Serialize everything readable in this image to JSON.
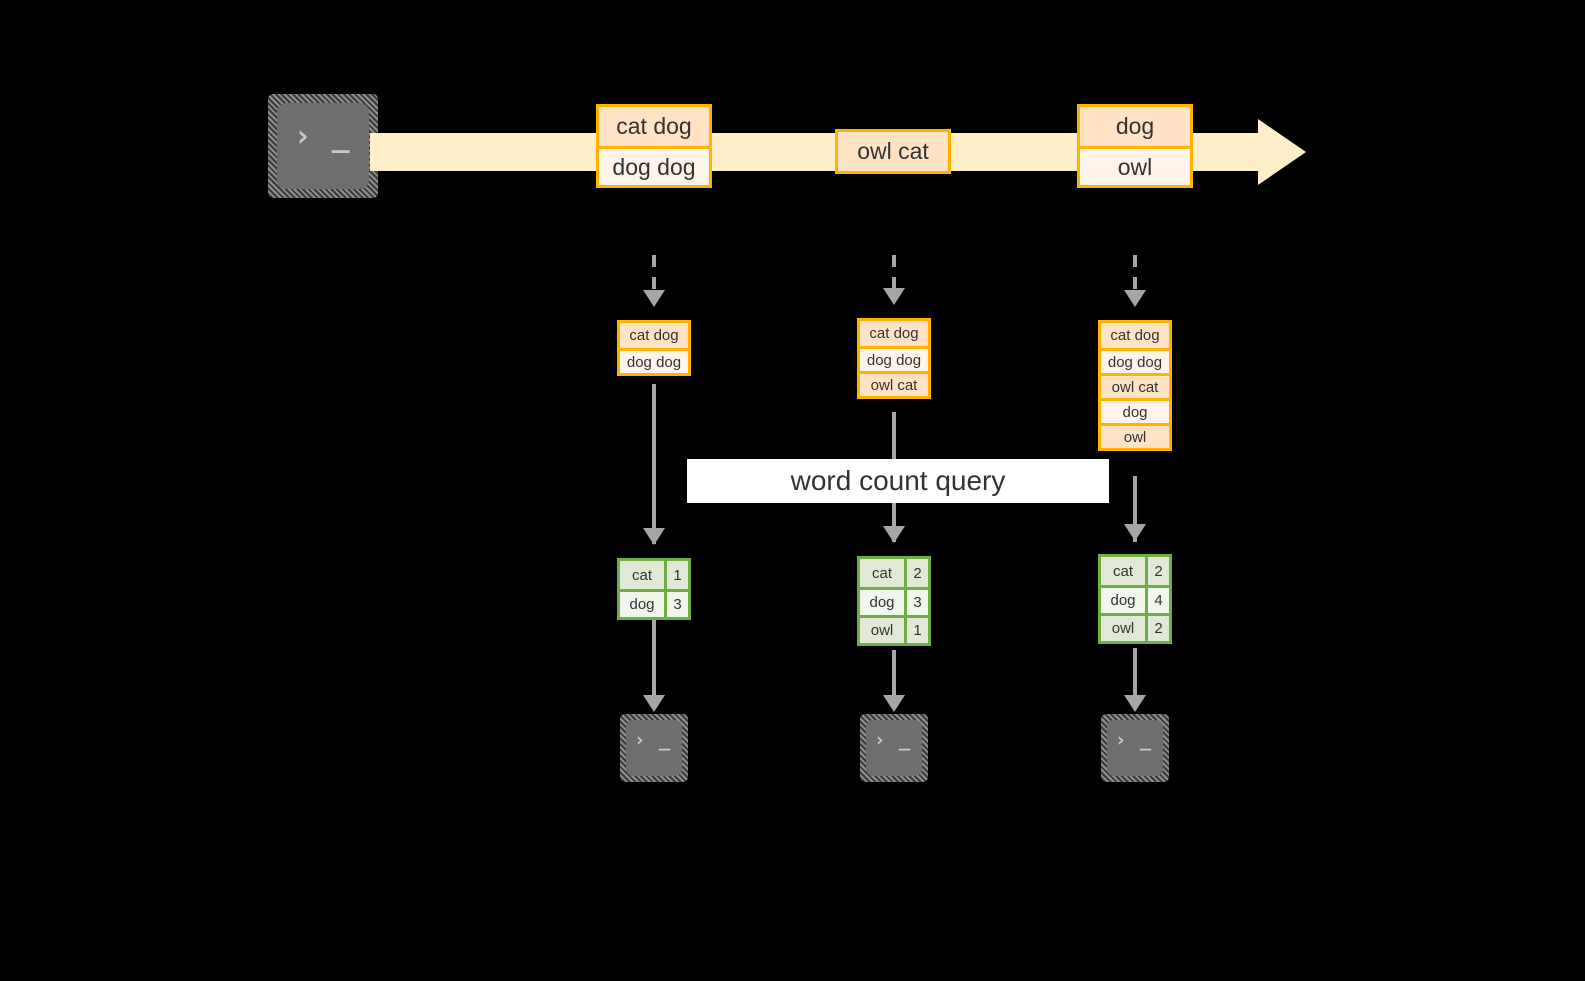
{
  "diagram": {
    "title_label": "word count query",
    "colors": {
      "background": "#000000",
      "stream_fill": "#ffefc9",
      "message_border": "#ffb300",
      "message_fill_dark": "#ffe3c4",
      "message_fill_light": "#fff4ea",
      "table_border": "#71ad47",
      "table_fill_dark": "#dfe9d5",
      "table_fill_light": "#f1f6ec",
      "connector": "#a6a6a6",
      "terminal_fill": "#6e6e6e",
      "label_fill": "#ffffff",
      "text": "#333333"
    },
    "source_terminal": {
      "icon": "terminal-prompt-icon",
      "glyph": "› _"
    },
    "stream": {
      "arrow_icon": "stream-arrow-icon",
      "messages": [
        {
          "id": "msg-1",
          "rows": [
            "cat dog",
            "dog dog"
          ]
        },
        {
          "id": "msg-2",
          "rows": [
            "owl cat"
          ]
        },
        {
          "id": "msg-3",
          "rows": [
            "dog",
            "owl"
          ]
        }
      ]
    },
    "pipelines": [
      {
        "id": "pipeline-1",
        "ingest_icon": "dashed-down-arrow-icon",
        "buffer_rows": [
          "cat dog",
          "dog dog"
        ],
        "result_header_hidden": true,
        "result_rows": [
          {
            "word": "cat",
            "count": "1"
          },
          {
            "word": "dog",
            "count": "3"
          }
        ],
        "sink_terminal": {
          "icon": "terminal-prompt-icon",
          "glyph": "› _"
        }
      },
      {
        "id": "pipeline-2",
        "ingest_icon": "dashed-down-arrow-icon",
        "buffer_rows": [
          "cat dog",
          "dog dog",
          "owl cat"
        ],
        "result_rows": [
          {
            "word": "cat",
            "count": "2"
          },
          {
            "word": "dog",
            "count": "3"
          },
          {
            "word": "owl",
            "count": "1"
          }
        ],
        "sink_terminal": {
          "icon": "terminal-prompt-icon",
          "glyph": "› _"
        }
      },
      {
        "id": "pipeline-3",
        "ingest_icon": "dashed-down-arrow-icon",
        "buffer_rows": [
          "cat dog",
          "dog dog",
          "owl cat",
          "dog",
          "owl"
        ],
        "result_rows": [
          {
            "word": "cat",
            "count": "2"
          },
          {
            "word": "dog",
            "count": "4"
          },
          {
            "word": "owl",
            "count": "2"
          }
        ],
        "sink_terminal": {
          "icon": "terminal-prompt-icon",
          "glyph": "› _"
        }
      }
    ]
  }
}
